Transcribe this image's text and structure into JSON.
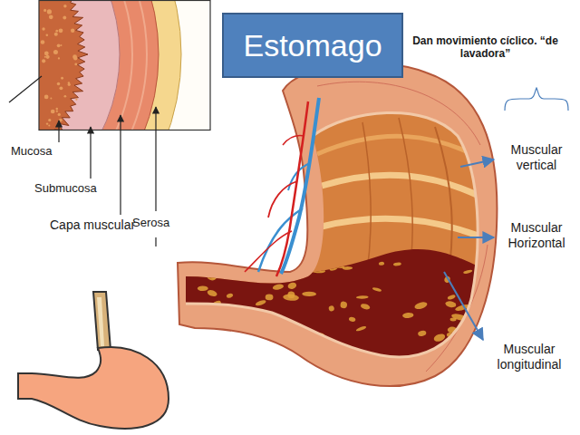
{
  "diagram": {
    "nodes": [
      {
        "text": [
          "Estomago"
        ]
      }
    ],
    "labels": [
      "Dan movimiento cíclico. “de lavadora”",
      "Mucosa",
      "Submucosa",
      "Capa muscular",
      "Serosa",
      "Muscular vertical",
      "Muscular Horizontal",
      "Muscular longitudinal"
    ]
  }
}
